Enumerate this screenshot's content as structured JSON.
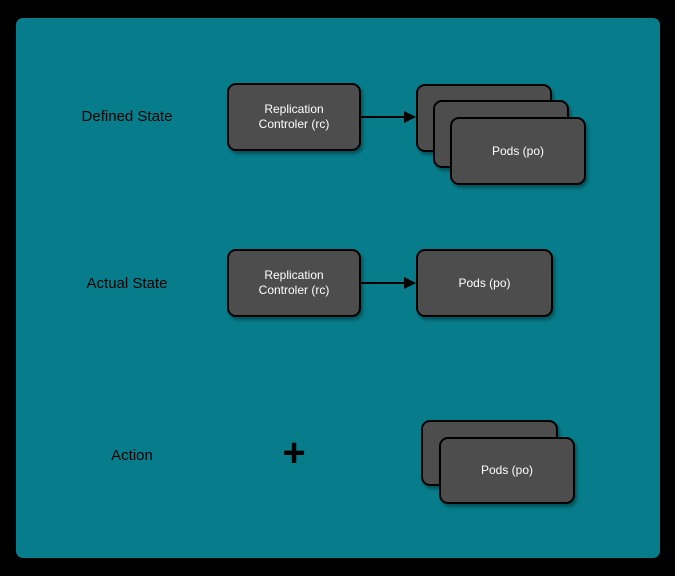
{
  "colors": {
    "frame-bg": "#000000",
    "canvas-bg": "#077d8b",
    "node-fill": "#4d4d4d",
    "node-border": "#000000",
    "node-text": "#ffffff",
    "label-text": "#000000",
    "connector": "#000000"
  },
  "rows": [
    {
      "label": "Defined State",
      "controller": {
        "line1": "Replication",
        "line2": "Controler (rc)"
      },
      "pods": {
        "label": "Pods (po)",
        "count": 3
      }
    },
    {
      "label": "Actual State",
      "controller": {
        "line1": "Replication",
        "line2": "Controler (rc)"
      },
      "pods": {
        "label": "Pods (po)",
        "count": 1
      }
    },
    {
      "label": "Action",
      "operator": "+",
      "pods": {
        "label": "Pods (po)",
        "count": 2
      }
    }
  ]
}
